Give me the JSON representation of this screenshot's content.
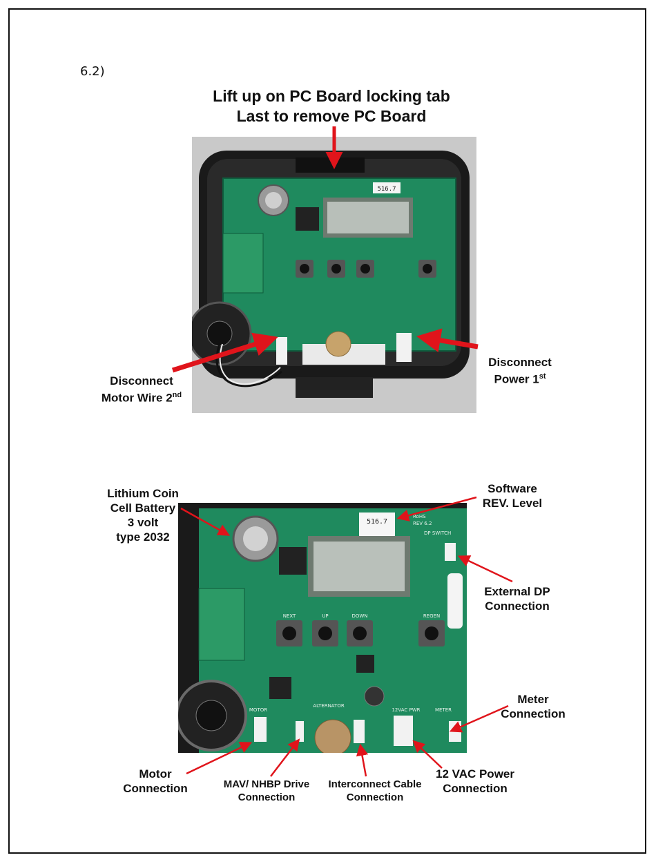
{
  "step": "6.2)",
  "top": {
    "title_line1": "Lift up on PC Board locking tab",
    "title_line2": "Last to remove PC Board",
    "disconnect_motor": {
      "line1": "Disconnect",
      "line2_main": "Motor Wire 2",
      "line2_sup": "nd"
    },
    "disconnect_power": {
      "line1": "Disconnect",
      "line2_main": "Power  1",
      "line2_sup": "st"
    }
  },
  "bottom": {
    "battery": [
      "Lithium Coin",
      "Cell Battery",
      "3 volt",
      "type 2032"
    ],
    "software": [
      "Software",
      "REV. Level"
    ],
    "external_dp": [
      "External DP",
      "Connection"
    ],
    "meter": [
      "Meter",
      "Connection"
    ],
    "motor": [
      "Motor",
      "Connection"
    ],
    "mav": [
      "MAV/ NHBP Drive",
      "Connection"
    ],
    "interconnect": [
      "Interconnect Cable",
      "Connection"
    ],
    "power12": [
      "12 VAC Power",
      "Connection"
    ]
  },
  "board_text": {
    "rev_number": "516.7",
    "rohs": "RoHS",
    "rev": "REV 6.2",
    "dp_switch": "DP SWITCH",
    "next": "NEXT",
    "up": "UP",
    "down": "DOWN",
    "regen": "REGEN",
    "alternator": "ALTERNATOR",
    "motor": "MOTOR",
    "vac_pwr": "12VAC PWR",
    "meter": "METER"
  },
  "colors": {
    "board": "#1f8a5e",
    "arrow": "#e0141b",
    "housing": "#1a1a1a",
    "backdrop": "#c9c9c9"
  }
}
